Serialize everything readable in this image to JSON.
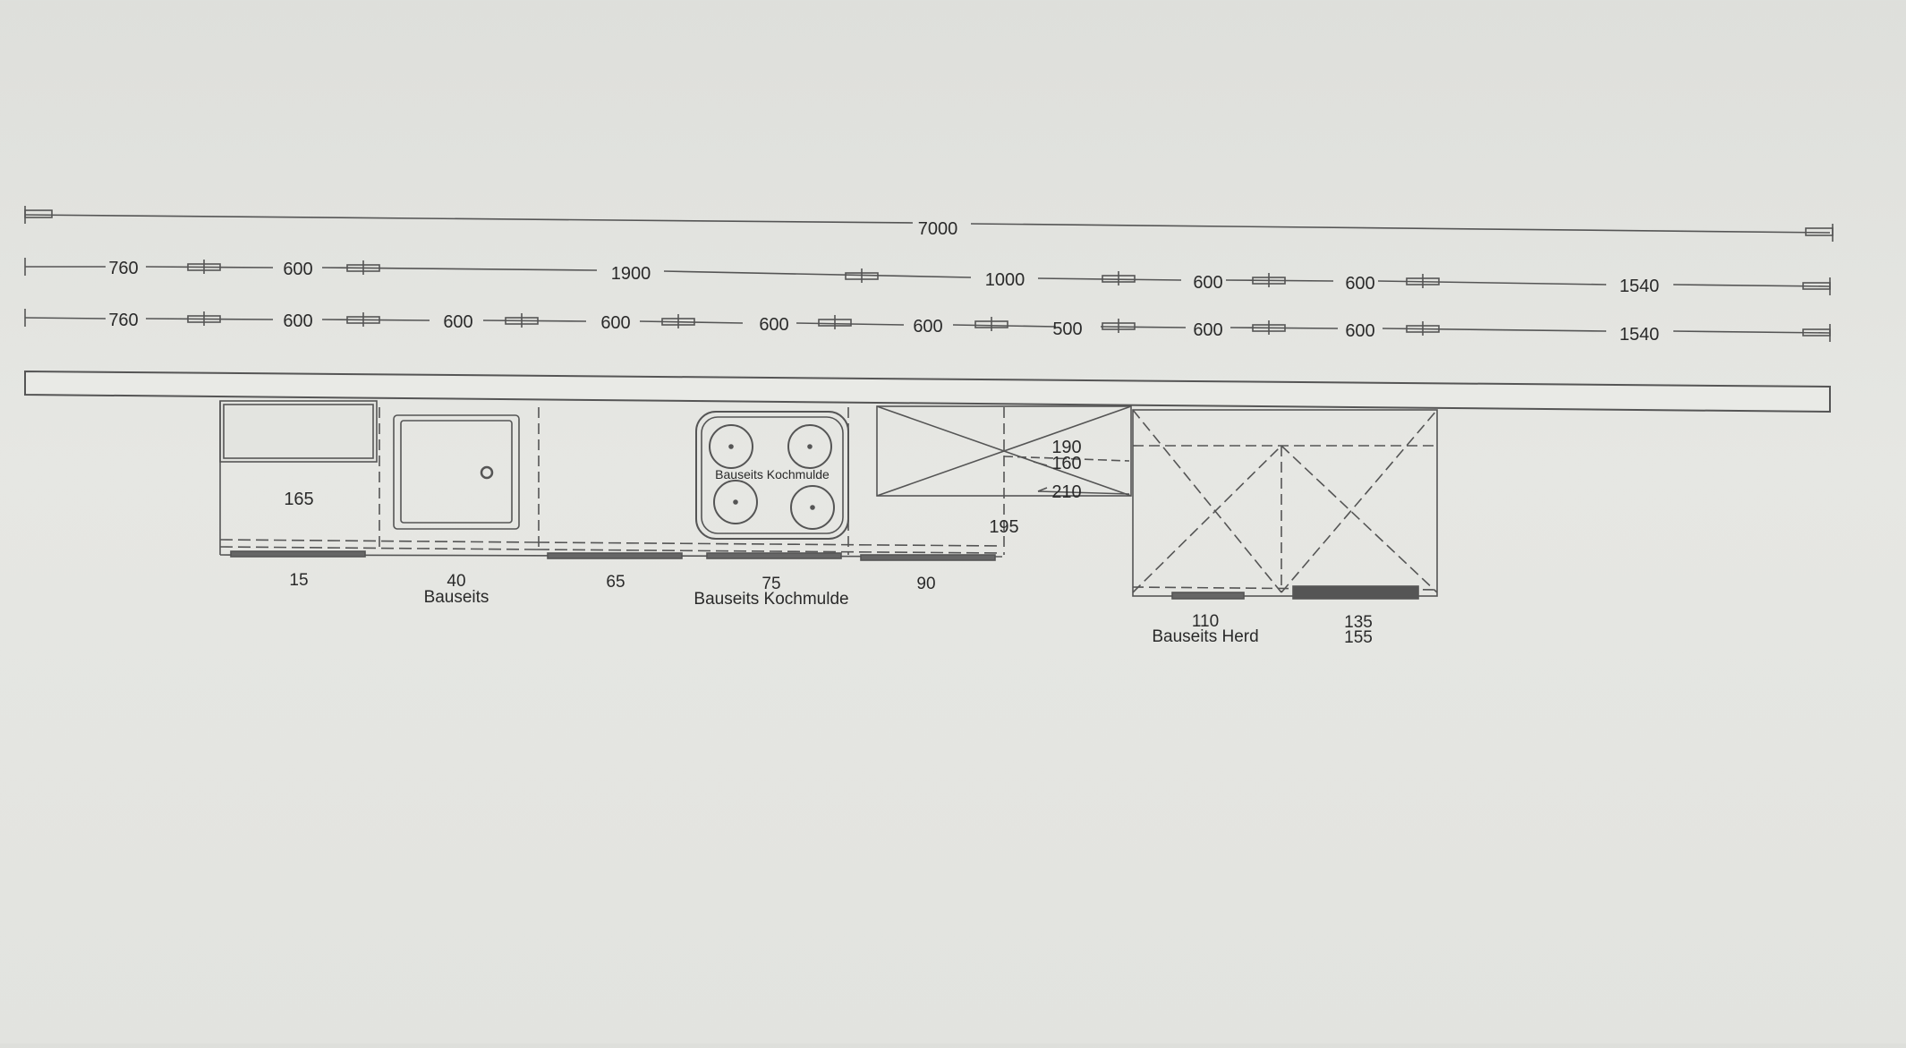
{
  "dimensions": {
    "total": "7000",
    "row1": [
      "760",
      "600",
      "1900",
      "1000",
      "600",
      "600",
      "1540"
    ],
    "row2": [
      "760",
      "600",
      "600",
      "600",
      "600",
      "600",
      "500",
      "600",
      "600",
      "1540"
    ]
  },
  "cabinets": {
    "drawer_height": "165",
    "hob_inner_label": "Bauseits Kochmulde",
    "dim_190": "190",
    "dim_160": "160",
    "dim_210": "210",
    "dim_195": "195"
  },
  "positions": {
    "p15": "15",
    "p40": "40",
    "p40_note": "Bauseits",
    "p65": "65",
    "p75": "75",
    "p75_note": "Bauseits Kochmulde",
    "p90": "90",
    "p110": "110",
    "p110_note": "Bauseits Herd",
    "p135": "135",
    "p155": "155"
  }
}
